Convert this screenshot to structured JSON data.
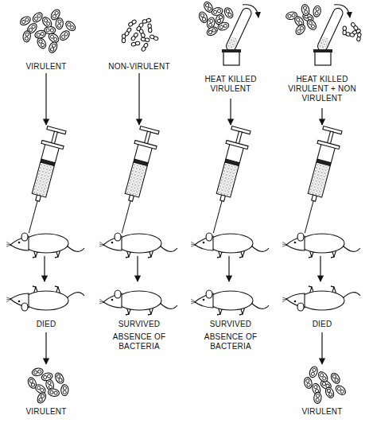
{
  "diagram": {
    "labels": [
      "VIRULENT",
      "NON-VIRULENT",
      "HEAT KILLED VIRULENT",
      "HEAT KILLED VIRULENT + NON VIRULENT",
      "DIED",
      "SURVIVED",
      "SURVIVED",
      "DIED",
      "ABSENCE OF BACTERIA",
      "ABSENCE OF BACTERIA",
      "VIRULENT",
      "VIRULENT"
    ]
  }
}
